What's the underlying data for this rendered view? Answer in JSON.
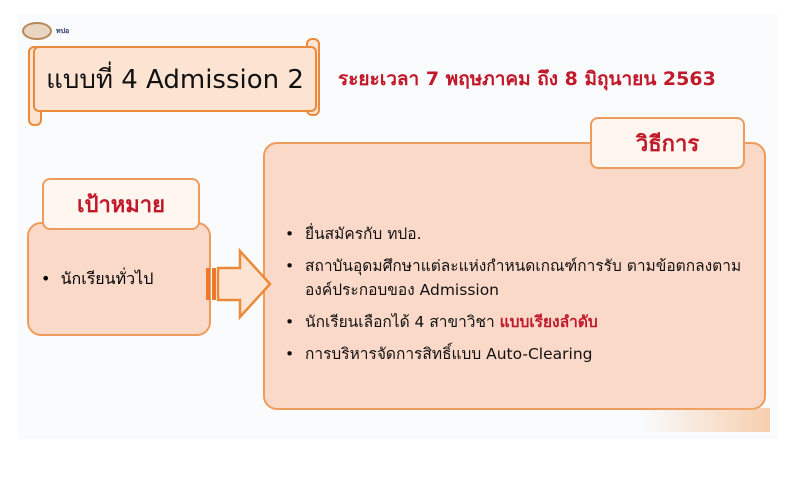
{
  "logo": {
    "name": "ทปอ"
  },
  "title": "แบบที่ 4 Admission 2",
  "period": "ระยะเวลา 7 พฤษภาคม ถึง 8 มิถุนายน 2563",
  "goal": {
    "heading": "เป้าหมาย",
    "items": [
      "นักเรียนทั่วไป"
    ]
  },
  "method": {
    "heading": "วิธีการ",
    "items": [
      {
        "text": "ยื่นสมัครกับ ทปอ."
      },
      {
        "text": "สถาบันอุดมศึกษาแต่ละแห่งกำหนดเกณฑ์การรับ ตามข้อตกลงตามองค์ประกอบของ Admission"
      },
      {
        "text": "นักเรียนเลือกได้ 4 สาขาวิชา ",
        "highlight": "แบบเรียงลำดับ"
      },
      {
        "text": "การบริหารจัดการสิทธิ์แบบ Auto-Clearing"
      }
    ]
  },
  "colors": {
    "accent": "#c0192a",
    "border": "#ee9c5e",
    "fill": "#fbd9c9"
  }
}
